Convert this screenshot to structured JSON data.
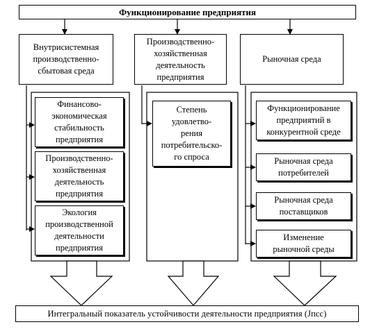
{
  "title": "Функционирование предприятия",
  "columns": [
    {
      "header": "Внутрисистемная\nпроизводственно-\nсбытовая среда",
      "items": [
        "Финансово-\nэкономическая\nстабильность\nпредприятия",
        "Производственно-\nхозяйственная\nдеятельность\nпредприятия",
        "Экология\nпроизводственной\nдеятельности\nпредприятия"
      ]
    },
    {
      "header": "Производственно-\nхозяйственная\nдеятельность\nпредприятия",
      "items": [
        "Степень\nудовлетво-\nрения\nпотребительско-\nго спроса"
      ]
    },
    {
      "header": "Рыночная среда",
      "items": [
        "Функционирование\nпредприятий в\nконкурентной среде",
        "Рыночная среда\nпотребителей",
        "Рыночная среда\nпоставщиков",
        "Изменение\nрыночной среды"
      ]
    }
  ],
  "bottom": "Интегральный показатель устойчивости деятельности предприятия  (Jпсс)"
}
